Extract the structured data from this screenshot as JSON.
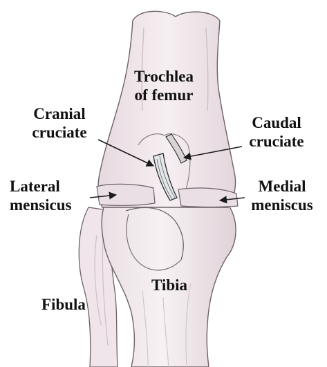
{
  "diagram": {
    "labels": {
      "trochlea": [
        "Trochlea",
        "of femur"
      ],
      "cranial_cruciate": [
        "Cranial",
        "cruciate"
      ],
      "caudal_cruciate": [
        "Caudal",
        "cruciate"
      ],
      "lateral_meniscus": [
        "Lateral",
        "mensicus"
      ],
      "medial_meniscus": [
        "Medial",
        "meniscus"
      ],
      "tibia": "Tibia",
      "fibula": "Fibula"
    }
  },
  "colors": {
    "bone_fill": "#f3eaed",
    "bone_shade": "#cdbfc6",
    "bone_line": "#6c6166",
    "ligament_fill": "#e4e8ea",
    "ligament_line": "#2c2a2b",
    "pointer_line": "#1a1a1a",
    "text": "#111111",
    "background": "#ffffff"
  }
}
